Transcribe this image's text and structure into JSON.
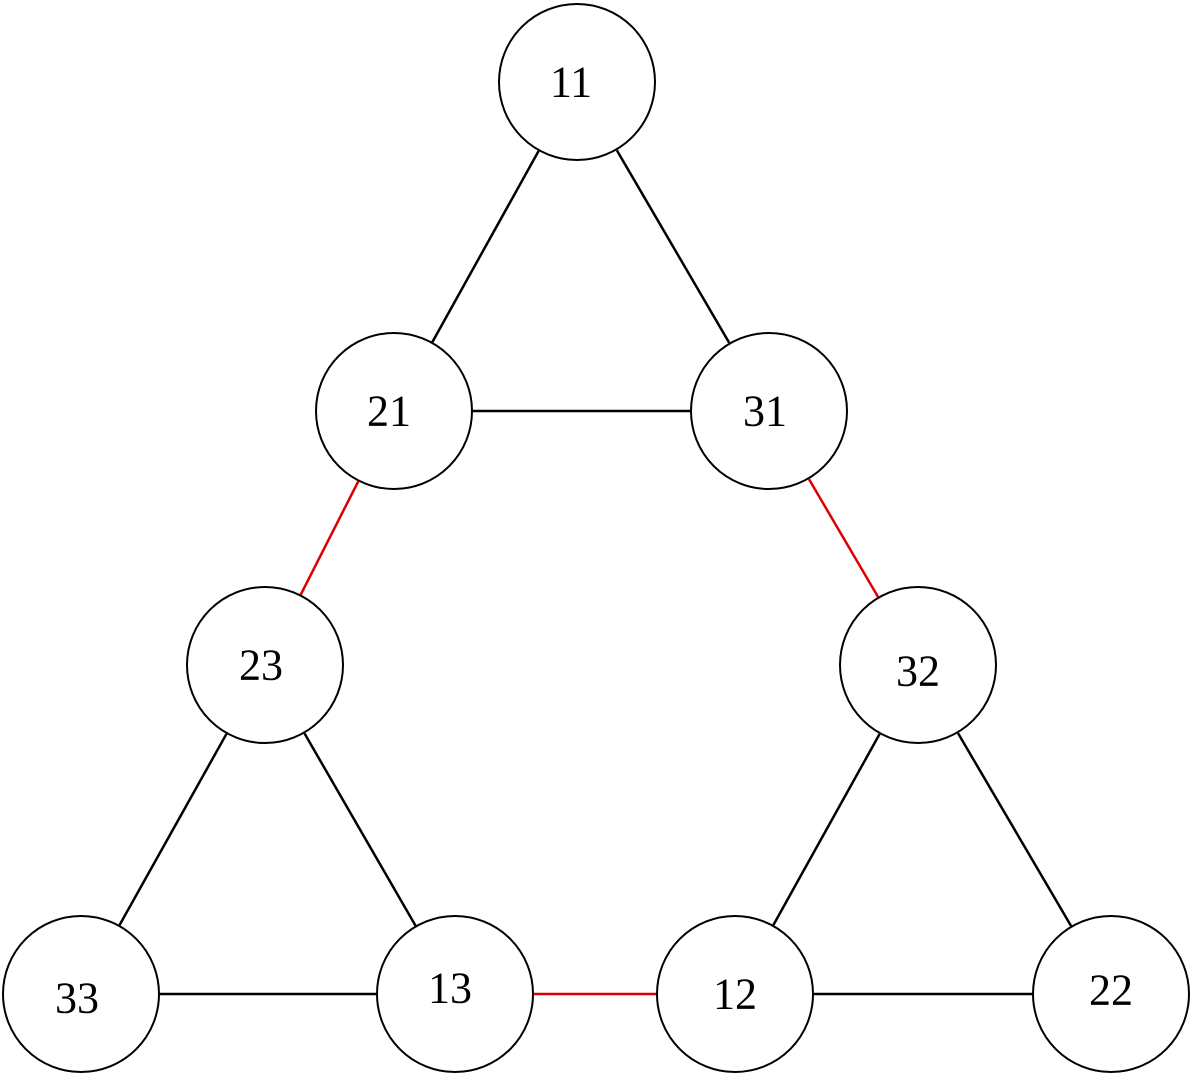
{
  "colors": {
    "edge_default": "#000000",
    "edge_highlight": "#dd0000"
  },
  "nodes": [
    {
      "id": "n11",
      "label": "11"
    },
    {
      "id": "n21",
      "label": "21"
    },
    {
      "id": "n31",
      "label": "31"
    },
    {
      "id": "n23",
      "label": "23"
    },
    {
      "id": "n32",
      "label": "32"
    },
    {
      "id": "n33",
      "label": "33"
    },
    {
      "id": "n13",
      "label": "13"
    },
    {
      "id": "n12",
      "label": "12"
    },
    {
      "id": "n22",
      "label": "22"
    }
  ],
  "edges": [
    {
      "from": "11",
      "to": "21",
      "highlight": false
    },
    {
      "from": "11",
      "to": "31",
      "highlight": false
    },
    {
      "from": "21",
      "to": "31",
      "highlight": false
    },
    {
      "from": "21",
      "to": "23",
      "highlight": true
    },
    {
      "from": "31",
      "to": "32",
      "highlight": true
    },
    {
      "from": "23",
      "to": "33",
      "highlight": false
    },
    {
      "from": "23",
      "to": "13",
      "highlight": false
    },
    {
      "from": "33",
      "to": "13",
      "highlight": false
    },
    {
      "from": "13",
      "to": "12",
      "highlight": true
    },
    {
      "from": "32",
      "to": "12",
      "highlight": false
    },
    {
      "from": "32",
      "to": "22",
      "highlight": false
    },
    {
      "from": "12",
      "to": "22",
      "highlight": false
    }
  ]
}
